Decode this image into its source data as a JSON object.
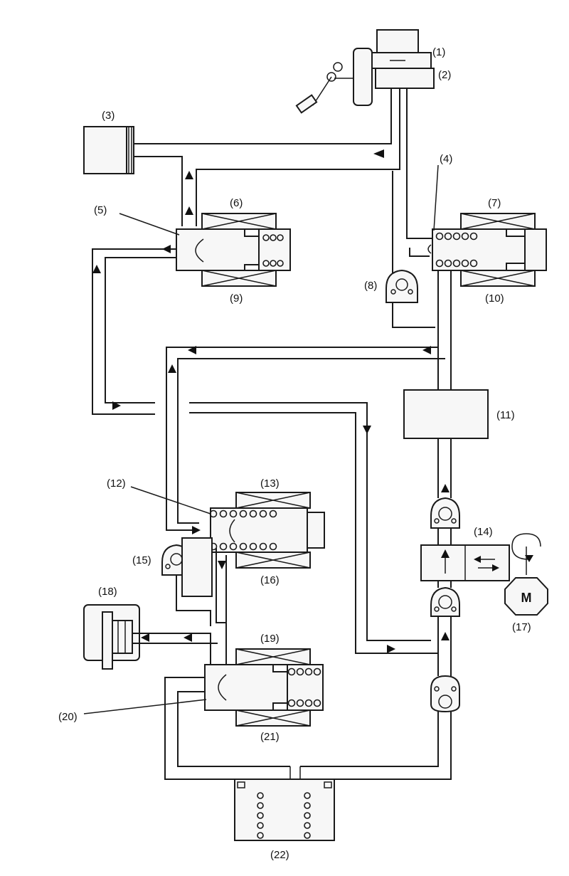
{
  "labels": {
    "l1": "(1)",
    "l2": "(2)",
    "l3": "(3)",
    "l4": "(4)",
    "l5": "(5)",
    "l6": "(6)",
    "l7": "(7)",
    "l8": "(8)",
    "l9": "(9)",
    "l10": "(10)",
    "l11": "(11)",
    "l12": "(12)",
    "l13": "(13)",
    "l14": "(14)",
    "l15": "(15)",
    "l16": "(16)",
    "l17": "(17)",
    "l18": "(18)",
    "l19": "(19)",
    "l20": "(20)",
    "l21": "(21)",
    "l22": "(22)"
  },
  "motor_symbol": "M",
  "icons": {
    "motor": "motor-icon",
    "check_valve": "check-valve-icon",
    "solenoid_valve": "solenoid-valve-icon",
    "brake_pedal": "brake-pedal-icon",
    "master_cylinder": "master-cylinder-icon",
    "wheel_cylinder": "wheel-cylinder-icon",
    "reservoir": "reservoir-icon",
    "accumulator": "accumulator-icon"
  }
}
